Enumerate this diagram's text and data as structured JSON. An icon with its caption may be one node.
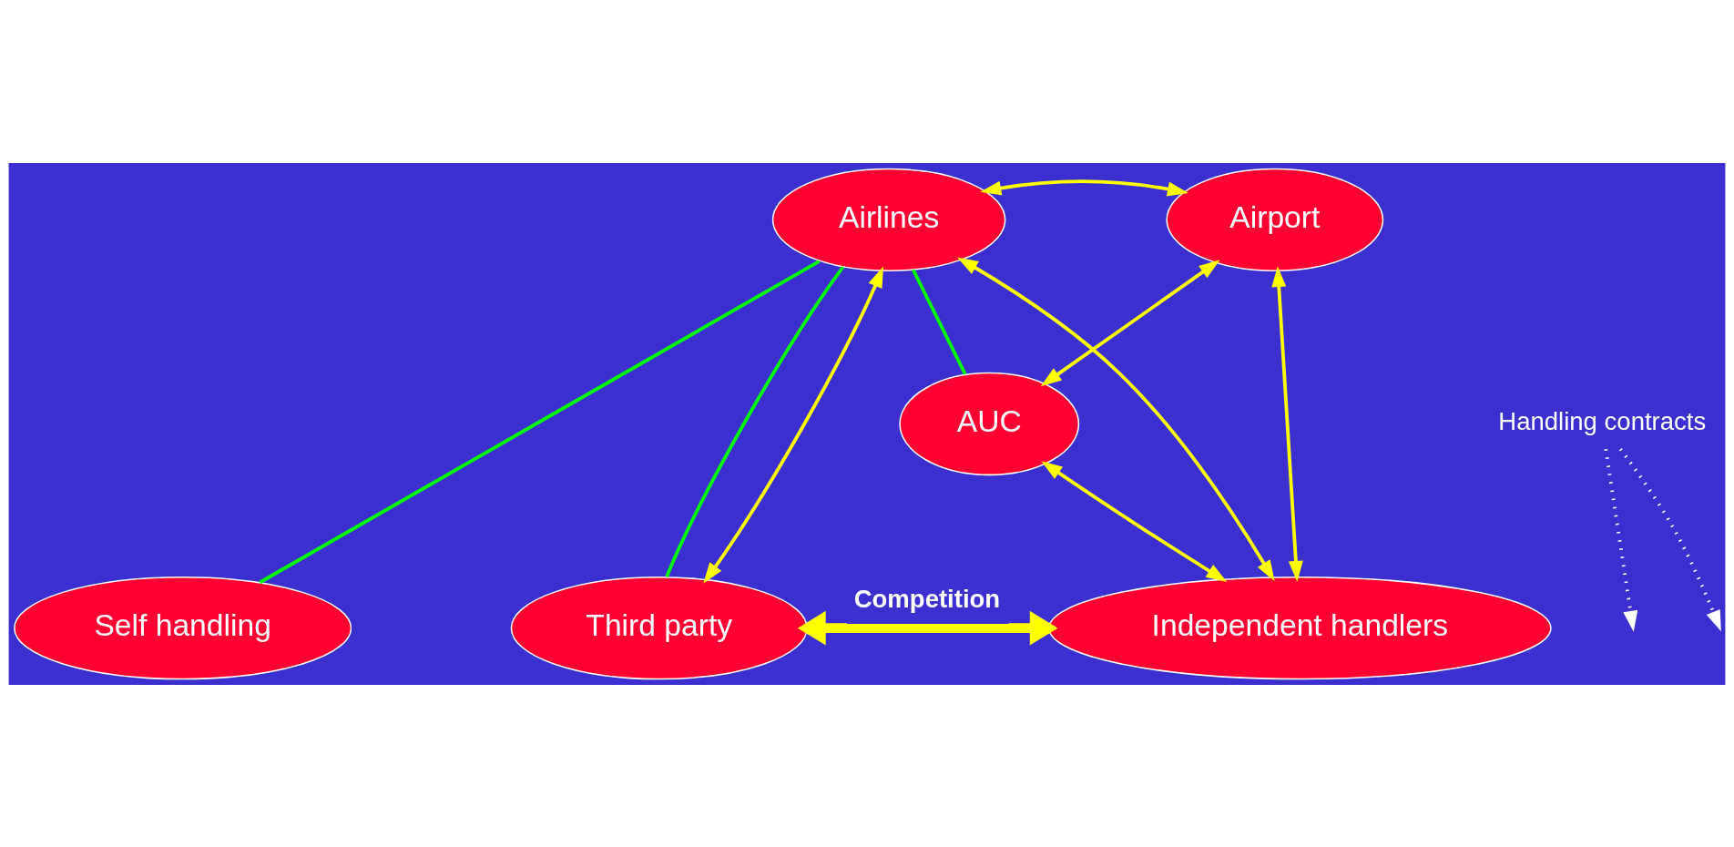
{
  "diagram": {
    "nodes": [
      {
        "text": [
          "Airlines"
        ]
      },
      {
        "text": [
          "Airport"
        ]
      },
      {
        "text": [
          "AUC"
        ]
      },
      {
        "text": [
          "Self handling"
        ]
      },
      {
        "text": [
          "Third party"
        ]
      },
      {
        "text": [
          "Independent handlers"
        ]
      },
      {
        "text": [
          "Handling contracts"
        ]
      }
    ],
    "edges": [
      {
        "from": 0,
        "to": 1,
        "arrow": "both"
      },
      {
        "from": 0,
        "to": 2,
        "arrow": "none",
        "color": "#00ff00"
      },
      {
        "from": 1,
        "to": 2,
        "arrow": "both"
      },
      {
        "from": 0,
        "to": 3,
        "arrow": "none",
        "color": "#00ff00"
      },
      {
        "from": 0,
        "to": 4,
        "arrow": "none",
        "color": "#00ff00"
      },
      {
        "from": 0,
        "to": 4,
        "arrow": "both"
      },
      {
        "from": 0,
        "to": 5,
        "arrow": "both"
      },
      {
        "from": 2,
        "to": 5,
        "arrow": "both"
      },
      {
        "from": 1,
        "to": 5,
        "arrow": "both"
      },
      {
        "from": 4,
        "to": 5,
        "arrow": "both",
        "style": "thick",
        "label": "Competition"
      },
      {
        "from": 6,
        "to": null,
        "arrow": "to",
        "style": "dashed",
        "color": "#ffffff"
      },
      {
        "from": 6,
        "to": null,
        "arrow": "to",
        "style": "dashed",
        "color": "#ffffff"
      }
    ]
  }
}
